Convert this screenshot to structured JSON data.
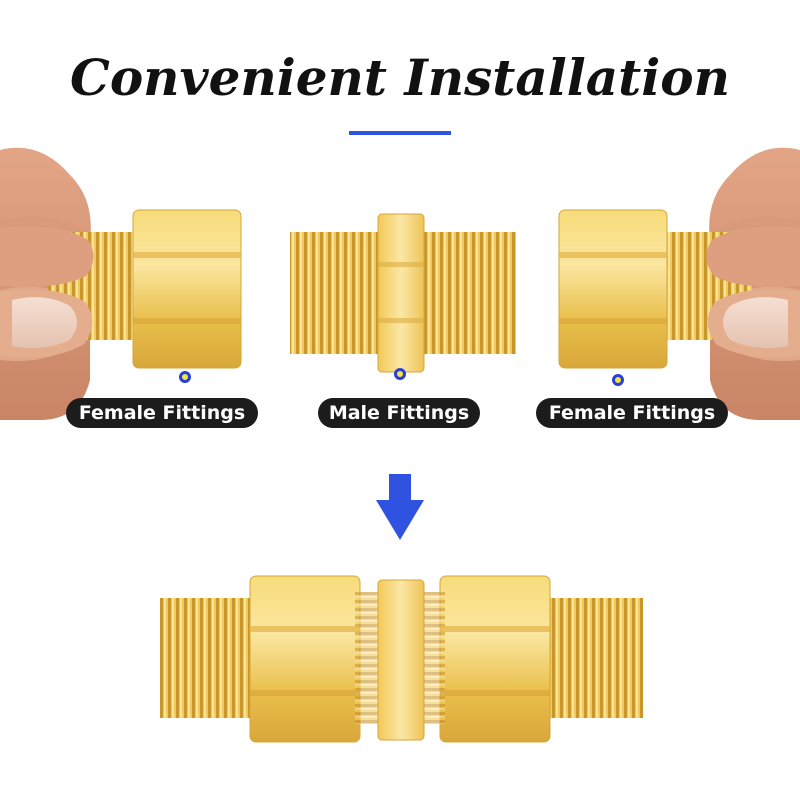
{
  "title": "Convenient Installation",
  "labels": {
    "left": "Female Fittings",
    "center": "Male Fittings",
    "right": "Female Fittings"
  },
  "colors": {
    "accent_blue": "#2f52e0",
    "label_bg": "#1c1c1c",
    "brass": "#f2cd5c",
    "brass_dark": "#c99a2e",
    "skin": "#e8b496",
    "dot_fill": "#f4e640"
  },
  "icons": {
    "arrow": "arrow-down-icon"
  }
}
